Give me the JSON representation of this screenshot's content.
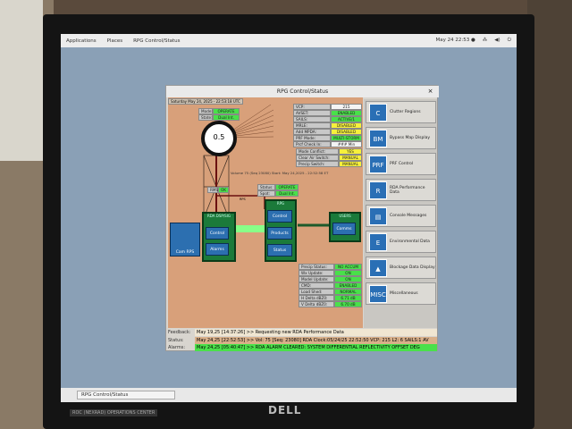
{
  "topbar": {
    "applications": "Applications",
    "places": "Places",
    "app_name": "RPG Control/Status",
    "clock": "May 24 22:53 ●"
  },
  "window": {
    "title": "RPG Control/Status",
    "close": "×",
    "datetime": "Saturday May 24, 2025 - 22:53:18 UTC"
  },
  "radar": {
    "elevation": "0.5",
    "mode_label": "Mode:",
    "mode": "OPERATE",
    "state_label": "State:",
    "state": "Dual Int."
  },
  "status_table": [
    {
      "label": "VCP:",
      "value": "215",
      "color": "w"
    },
    {
      "label": "AVSET:",
      "value": "ENABLED",
      "color": "g"
    },
    {
      "label": "SAILS:",
      "value": "ACTIVE/1",
      "color": "g"
    },
    {
      "label": "MRLE:",
      "value": "DISABLED",
      "color": "y"
    },
    {
      "label": "Add MPDA:",
      "value": "DISABLED",
      "color": "y"
    },
    {
      "label": "PRF Mode:",
      "value": "MULTI-STORM",
      "color": "g"
    },
    {
      "label": "Prcf Check In:",
      "value": "### Min",
      "color": "w"
    }
  ],
  "mode_table": [
    {
      "label": "Mode Conflict:",
      "value": "YES",
      "color": "y"
    },
    {
      "label": "Clear Air Switch:",
      "value": "MANUAL",
      "color": "y"
    },
    {
      "label": "Precip Switch:",
      "value": "MANUAL",
      "color": "y"
    }
  ],
  "volume_line": "Volume 75 (Seq 23080) Start: May 24,2025 - 22:52:58 ET",
  "rda_status": {
    "status_label": "Status:",
    "status": "OPERATE",
    "spot_label": "Spot:",
    "spot": "Dual Int."
  },
  "rms": {
    "label": "RMS",
    "value": "OK"
  },
  "nodes": {
    "rda": "RDA\nDSP/SIG",
    "rpg": "RPG",
    "users": "USERS",
    "control": "Control",
    "alarms": "Alarms",
    "products": "Products",
    "status": "Status",
    "comms": "Comms",
    "tower": "Cam RPS",
    "link": "RPS"
  },
  "bottom_table": [
    {
      "label": "Precip Status:",
      "value": "NO ACCUM"
    },
    {
      "label": "Wx Update:",
      "value": "ON"
    },
    {
      "label": "Model Update:",
      "value": "ON"
    },
    {
      "label": "CMD:",
      "value": "ENABLED"
    },
    {
      "label": "Load Shed:",
      "value": "NORMAL"
    },
    {
      "label": "H Delta dBZ0:",
      "value": "6.71 dB"
    },
    {
      "label": "V Delta dBZ0:",
      "value": "6.70 dB"
    }
  ],
  "side_buttons": [
    {
      "label": "Clutter Regions",
      "icon": "C"
    },
    {
      "label": "Bypass Map Display",
      "icon": "BM"
    },
    {
      "label": "PRF Control",
      "icon": "PRF"
    },
    {
      "label": "RDA Performance Data",
      "icon": "R"
    },
    {
      "label": "Console Messages",
      "icon": "▤"
    },
    {
      "label": "Environmental Data",
      "icon": "E"
    },
    {
      "label": "Blockage Data Display",
      "icon": "▲"
    },
    {
      "label": "Miscellaneous",
      "icon": "MISC"
    }
  ],
  "messages": [
    {
      "label": "Feedback:",
      "value": "May 19,25 [14:37:26] >> Requesting new RDA Performance Data",
      "color": "#f0e6d2"
    },
    {
      "label": "Status:",
      "value": "May 24,25 [22:52:53] >> Vol: 75 [Seq: 23080] RDA Clock:05/24/25 22:52:50 VCP: 215 L2: 6 SAILS:1 AV",
      "color": "#d9b08a"
    },
    {
      "label": "Alarms:",
      "value": "May 24,25 [05:40:47] >> RDA ALARM CLEARED: SYSTEM DIFFERENTIAL REFLECTIVITY OFFSET DEG",
      "color": "#4ae04a"
    }
  ],
  "taskbar": {
    "item": "RPG Control/Status"
  },
  "monitor": {
    "brand": "DELL",
    "label": "ROC (NEXRAD) OPERATIONS CENTER"
  }
}
